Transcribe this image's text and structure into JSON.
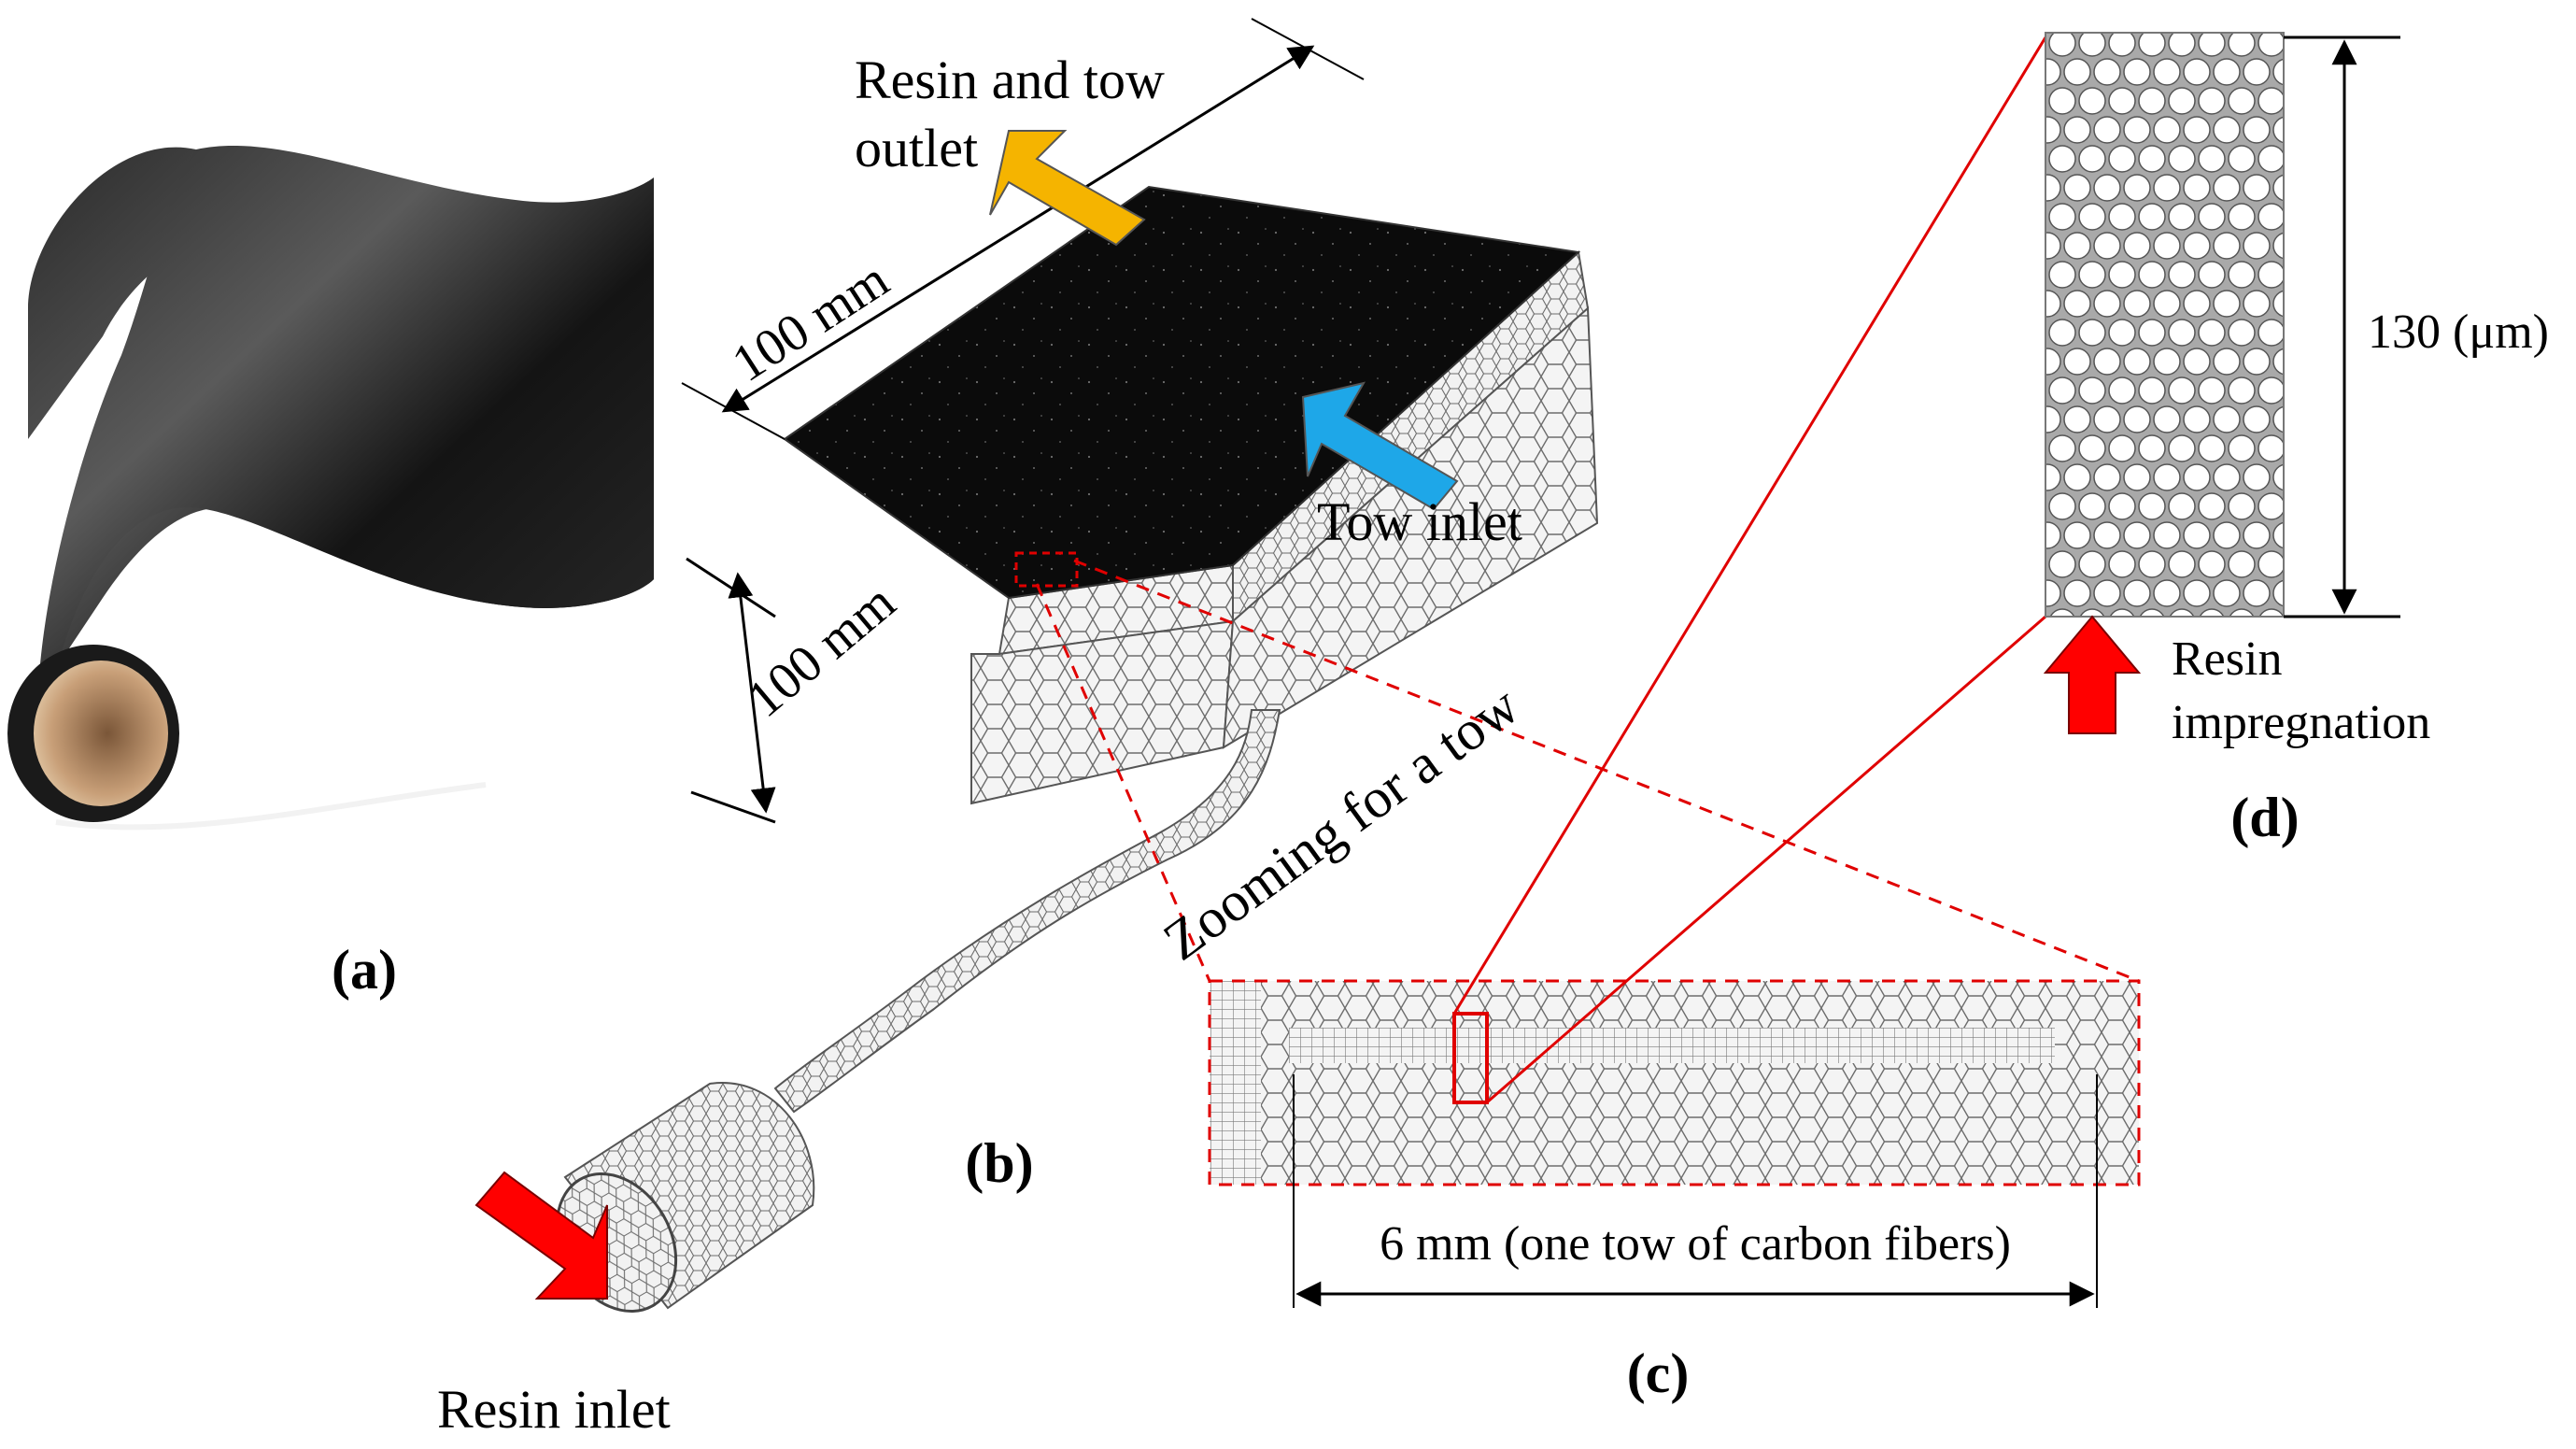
{
  "panels": {
    "a": "(a)",
    "b": "(b)",
    "c": "(c)",
    "d": "(d)"
  },
  "labels": {
    "resin_tow_outlet_line1": "Resin and tow",
    "resin_tow_outlet_line2": "outlet",
    "length_100mm_top": "100 mm",
    "tow_inlet": "Tow inlet",
    "width_100mm_roll": "100 mm",
    "zooming": "Zooming for a tow",
    "resin_inlet": "Resin inlet",
    "tow_width": "6 mm (one tow of carbon fibers)",
    "height_130um": "130 (μm)",
    "resin_impregnation_line1": "Resin",
    "resin_impregnation_line2": "impregnation"
  },
  "colors": {
    "outlet_arrow": "#f5b400",
    "tow_inlet_arrow": "#1ea7e8",
    "resin_arrow": "#ff0000",
    "zoom_lines": "#e00000",
    "mesh_grey": "#b9b9b9",
    "mesh_top": "#0b0b0b"
  },
  "icons": {
    "outlet": "arrow-up-left-icon",
    "tow_inlet": "arrow-up-left-icon",
    "resin_inlet": "arrow-up-right-icon",
    "resin_impregnation": "arrow-up-icon"
  }
}
